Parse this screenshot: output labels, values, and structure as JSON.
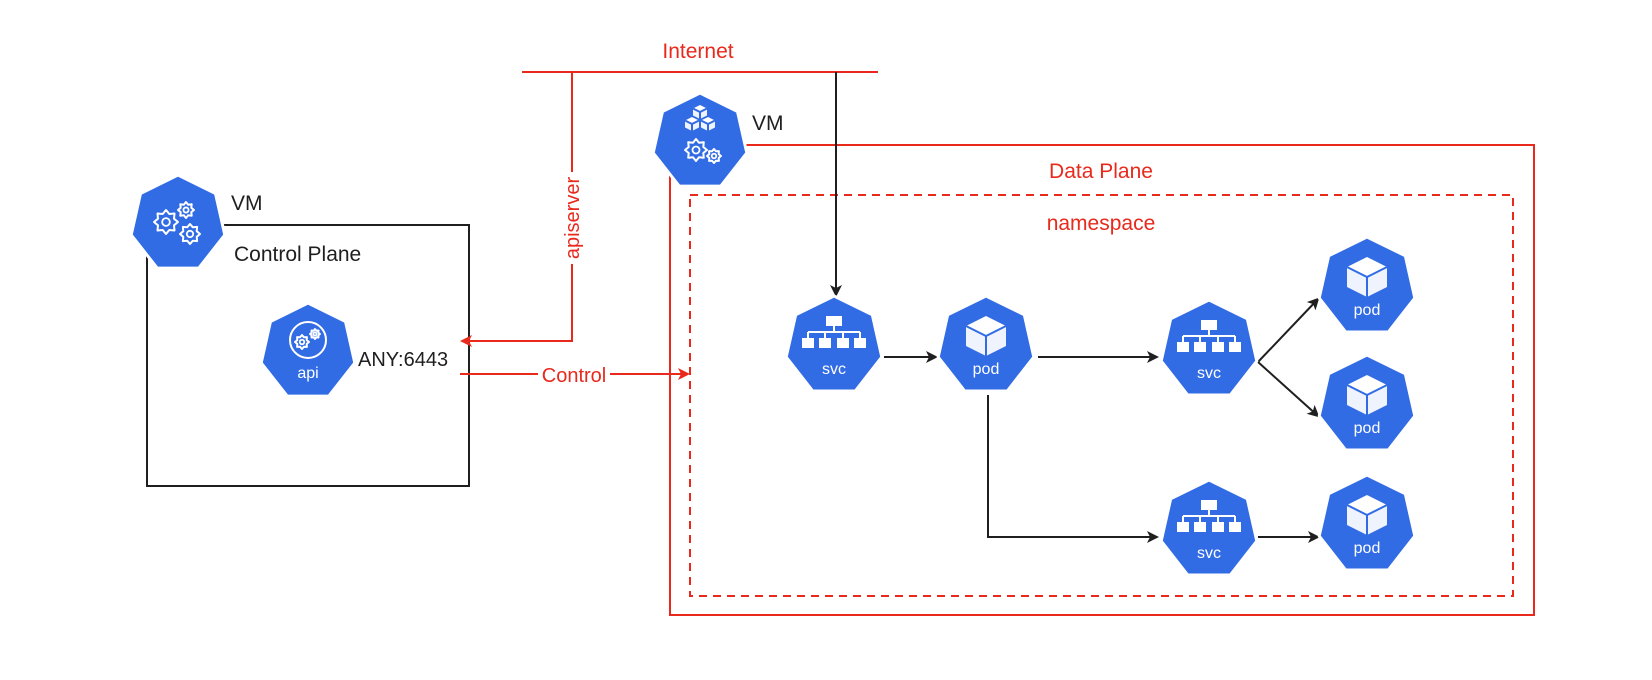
{
  "colors": {
    "k8s_blue": "#326ce5",
    "red": "#e8291c",
    "black": "#1f1f1f",
    "white": "#ffffff"
  },
  "labels": {
    "internet": "Internet",
    "apiserver": "apiserver",
    "control": "Control",
    "any_port": "ANY:6443",
    "control_plane": "Control Plane",
    "data_plane": "Data Plane",
    "namespace": "namespace",
    "vm_control": "VM",
    "vm_data": "VM"
  },
  "icons": {
    "control_vm": {
      "name": "control-plane-icon"
    },
    "data_vm": {
      "name": "worker-node-icon"
    },
    "api": {
      "name": "api-server-icon",
      "label": "api"
    },
    "svc_1": {
      "name": "service-icon",
      "label": "svc"
    },
    "pod_1": {
      "name": "pod-icon",
      "label": "pod"
    },
    "svc_2": {
      "name": "service-icon",
      "label": "svc"
    },
    "pod_2": {
      "name": "pod-icon",
      "label": "pod"
    },
    "pod_3": {
      "name": "pod-icon",
      "label": "pod"
    },
    "svc_3": {
      "name": "service-icon",
      "label": "svc"
    },
    "pod_4": {
      "name": "pod-icon",
      "label": "pod"
    }
  }
}
